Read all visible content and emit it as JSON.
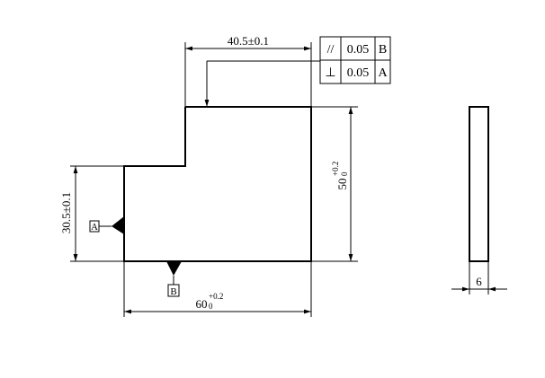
{
  "drawing": {
    "dimensions": {
      "top_width": "40.5±0.1",
      "left_height": "30.5±0.1",
      "right_height_value": "50",
      "right_height_upper_tol": "+0.2",
      "right_height_lower_tol": "0",
      "bottom_width_value": "60",
      "bottom_width_upper_tol": "+0.2",
      "bottom_width_lower_tol": "0",
      "side_thickness": "6"
    },
    "feature_control_frames": [
      {
        "symbol": "//",
        "tolerance": "0.05",
        "datum": "B"
      },
      {
        "symbol": "⊥",
        "tolerance": "0.05",
        "datum": "A"
      }
    ],
    "datums": {
      "left": "A",
      "bottom": "B"
    }
  }
}
